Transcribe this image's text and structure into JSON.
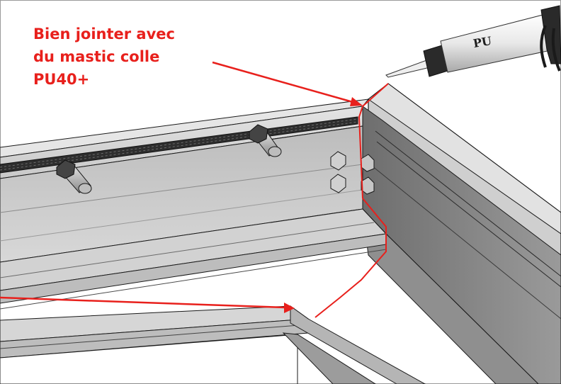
{
  "annotation": {
    "lines": [
      "Bien jointer avec",
      "du mastic colle",
      "PU40+"
    ],
    "color": "#e8201c"
  },
  "caulking_gun": {
    "label": "PU",
    "icon": "caulking-gun-icon"
  },
  "colors": {
    "frame_light": "#d9d9d9",
    "frame_mid": "#bdbdbd",
    "frame_dark": "#7a7a7a",
    "outline": "#1a1a1a",
    "annotation_red": "#e8201c"
  }
}
